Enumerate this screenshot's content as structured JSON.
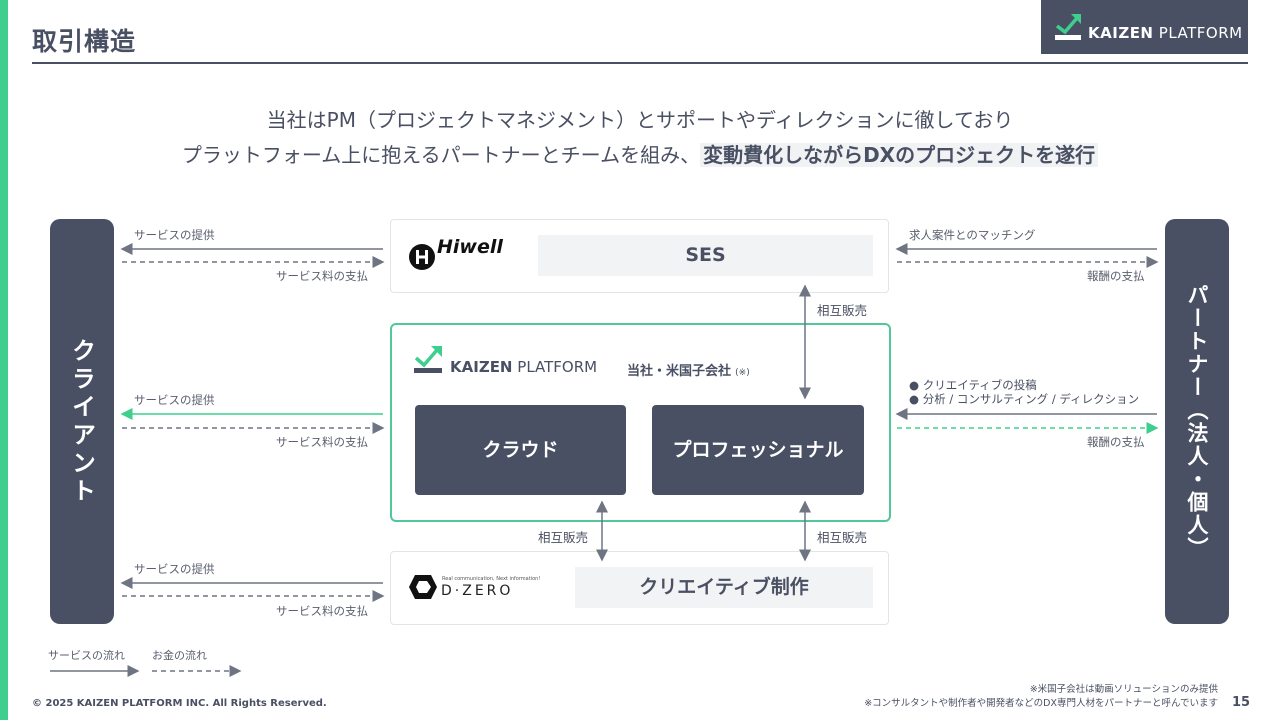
{
  "header": {
    "title": "取引構造",
    "logo_text_bold": "KAIZEN",
    "logo_text_regular": "PLATFORM"
  },
  "headline": {
    "line1": "当社はPM（プロジェクトマネジメント）とサポートやディレクションに徹しており",
    "line2_normal": "プラットフォーム上に抱えるパートナーとチームを組み、",
    "line2_emphasis": "変動費化しながらDXのプロジェクトを遂行"
  },
  "left_pillar": {
    "label": "クライアント"
  },
  "right_pillar": {
    "label": "パートナー（法人・個人）"
  },
  "ses": {
    "company": "Hiwell",
    "panel": "SES"
  },
  "kaizen": {
    "logo_bold": "KAIZEN",
    "logo_regular": "PLATFORM",
    "subtitle": "当社・米国子会社",
    "subtitle_note": "(※)",
    "cloud": "クラウド",
    "professional": "プロフェッショナル"
  },
  "dzero": {
    "tagline": "Real communication, Next information!",
    "company": "D·ZERO",
    "panel": "クリエイティブ制作"
  },
  "flows": {
    "service_provision": "サービスの提供",
    "service_payment": "サービス料の支払",
    "job_matching": "求人案件とのマッチング",
    "reward_payment": "報酬の支払",
    "mutual_sales": "相互販売",
    "creative_bullets": [
      "● クリエイティブの投稿",
      "● 分析 / コンサルティング / ディレクション"
    ]
  },
  "legend": {
    "service_flow": "サービスの流れ",
    "money_flow": "お金の流れ"
  },
  "footer": {
    "copyright": "© 2025 KAIZEN PLATFORM INC. All Rights Reserved.",
    "note1": "※米国子会社は動画ソリューションのみ提供",
    "note2": "※コンサルタントや制作者や開発者などのDX専門人材をパートナーと呼んでいます",
    "page_number": "15"
  },
  "colors": {
    "dark": "#4a5063",
    "accent": "#3ecf8e",
    "kaizen_border": "#52c79a",
    "arrow_grey": "#777c88"
  },
  "icons": [
    "kaizen-logo-icon",
    "hiwell-logo-icon",
    "dzero-logo-icon"
  ]
}
